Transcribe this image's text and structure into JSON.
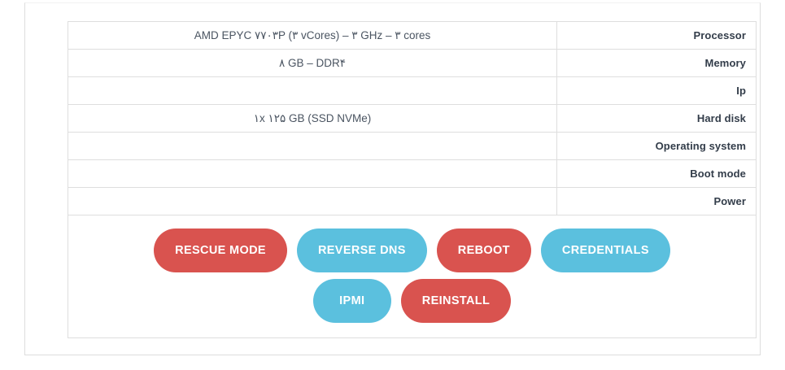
{
  "colors": {
    "danger": "#d9534f",
    "info": "#5bc0de",
    "border": "#dedede",
    "frame_border": "#dddddd",
    "label_text": "#333d4a",
    "value_text": "#4a5461"
  },
  "spec_table": {
    "rows": [
      {
        "label": "Processor",
        "value": "AMD EPYC ۷۷۰۳P (۳ vCores) – ۳ GHz – ۳ cores"
      },
      {
        "label": "Memory",
        "value": "۸ GB – DDR۴"
      },
      {
        "label": "Ip",
        "value": ""
      },
      {
        "label": "Hard disk",
        "value": "۱x ۱۲۵ GB (SSD NVMe)"
      },
      {
        "label": "Operating system",
        "value": ""
      },
      {
        "label": "Boot mode",
        "value": ""
      },
      {
        "label": "Power",
        "value": ""
      }
    ]
  },
  "actions": {
    "rows": [
      [
        {
          "label": "RESCUE MODE",
          "style": "danger"
        },
        {
          "label": "REVERSE DNS",
          "style": "info"
        },
        {
          "label": "REBOOT",
          "style": "danger"
        },
        {
          "label": "CREDENTIALS",
          "style": "info"
        }
      ],
      [
        {
          "label": "IPMI",
          "style": "info"
        },
        {
          "label": "REINSTALL",
          "style": "danger"
        }
      ]
    ]
  }
}
